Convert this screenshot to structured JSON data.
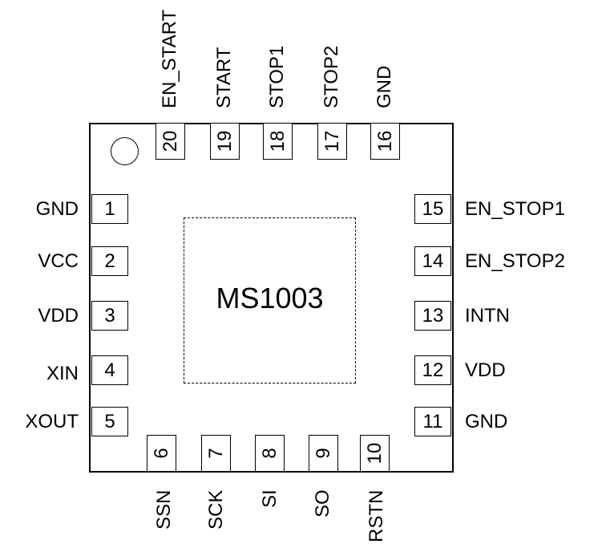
{
  "chip": {
    "name": "MS1003"
  },
  "pins": {
    "left": [
      {
        "num": "1",
        "label": "GND"
      },
      {
        "num": "2",
        "label": "VCC"
      },
      {
        "num": "3",
        "label": "VDD"
      },
      {
        "num": "4",
        "label": "XIN"
      },
      {
        "num": "5",
        "label": "XOUT"
      }
    ],
    "bottom": [
      {
        "num": "6",
        "label": "SSN"
      },
      {
        "num": "7",
        "label": "SCK"
      },
      {
        "num": "8",
        "label": "SI"
      },
      {
        "num": "9",
        "label": "SO"
      },
      {
        "num": "10",
        "label": "RSTN"
      }
    ],
    "right": [
      {
        "num": "11",
        "label": "GND"
      },
      {
        "num": "12",
        "label": "VDD"
      },
      {
        "num": "13",
        "label": "INTN"
      },
      {
        "num": "14",
        "label": "EN_STOP2"
      },
      {
        "num": "15",
        "label": "EN_STOP1"
      }
    ],
    "top": [
      {
        "num": "16",
        "label": "GND"
      },
      {
        "num": "17",
        "label": "STOP2"
      },
      {
        "num": "18",
        "label": "STOP1"
      },
      {
        "num": "19",
        "label": "START"
      },
      {
        "num": "20",
        "label": "EN_START"
      }
    ]
  }
}
